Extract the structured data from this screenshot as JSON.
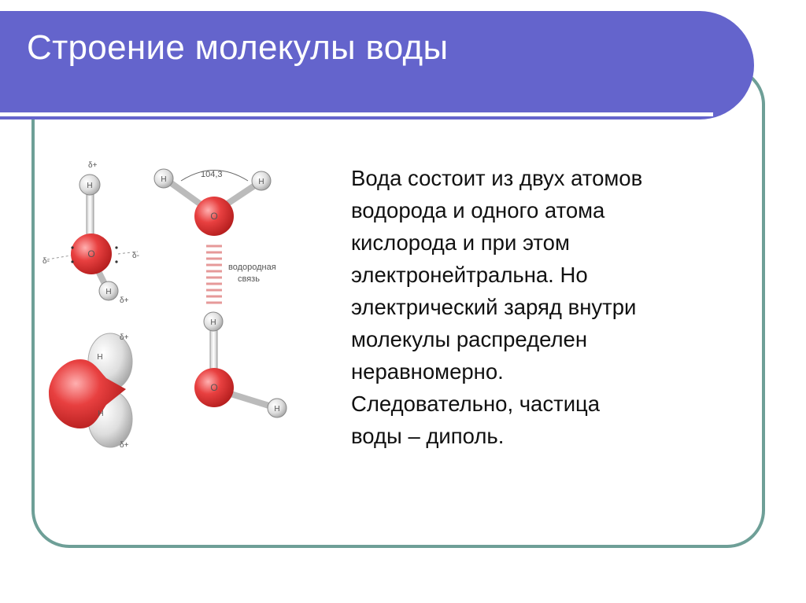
{
  "slide": {
    "title": "Строение молекулы воды",
    "body": "Вода состоит из двух атомов\nводорода и одного атома\nкислорода и при этом\nэлектронейтральна. Но\nэлектрический заряд внутри\nмолекулы распределен\nнеравномерно.\nСледовательно, частица\nводы – диполь."
  },
  "diagram": {
    "angle_label": "104,3",
    "hbond_label_line1": "водородная",
    "hbond_label_line2": "связь",
    "oxygen": "O",
    "hydrogen": "H",
    "delta_plus": "δ+",
    "delta_minus": "δ-",
    "colors": {
      "oxygen": "#e03a3a",
      "hydrogen": "#d8d8d8",
      "title_bar": "#6464cc",
      "frame": "#6e9f97"
    }
  }
}
